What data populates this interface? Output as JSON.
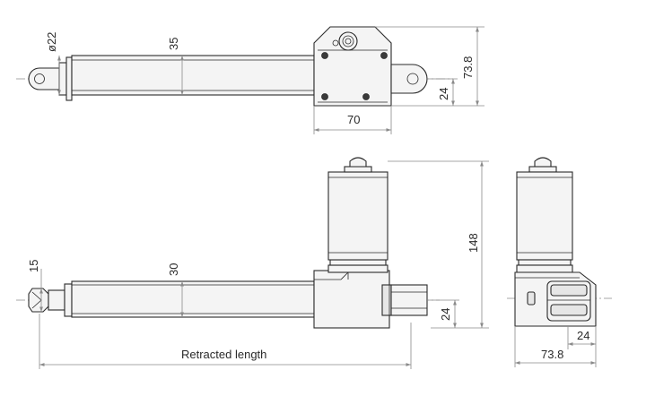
{
  "top_view": {
    "dim_rod_diameter": "ø22",
    "dim_tube_height": "35",
    "dim_total_height": "73.8",
    "dim_clevis_offset": "24",
    "dim_gearbox_width": "70"
  },
  "side_view": {
    "dim_tip": "15",
    "dim_tube_height": "30",
    "dim_motor_height": "148",
    "dim_clevis_offset": "24",
    "dim_retracted_length": "Retracted length"
  },
  "end_view": {
    "dim_offset": "24",
    "dim_width": "73.8"
  }
}
